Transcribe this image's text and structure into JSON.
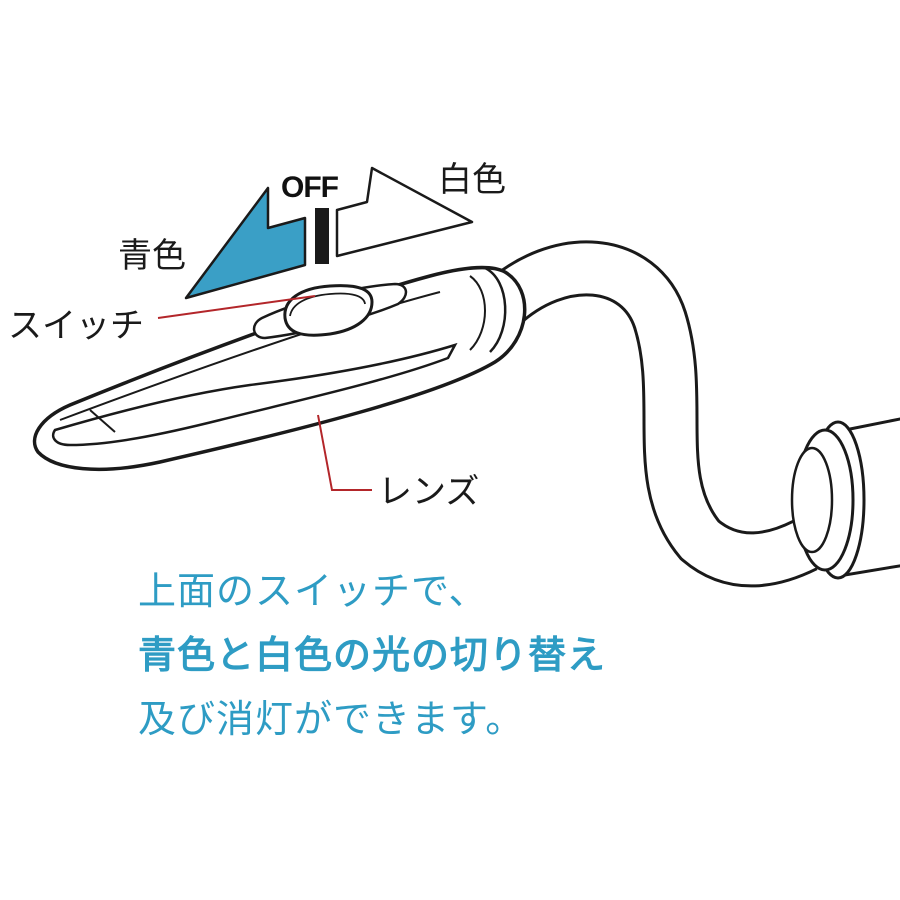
{
  "labels": {
    "off": "OFF",
    "white": "白色",
    "blue": "青色",
    "switch": "スイッチ",
    "lens": "レンズ"
  },
  "caption": {
    "line1": "上面のスイッチで、",
    "line2": "青色と白色の光の切り替え",
    "line3": "及び消灯ができます。"
  },
  "colors": {
    "accent": "#2e9cc4",
    "blue_indicator": "#3a9fc6",
    "leader": "#b3262a",
    "outline": "#1a1a1a"
  }
}
